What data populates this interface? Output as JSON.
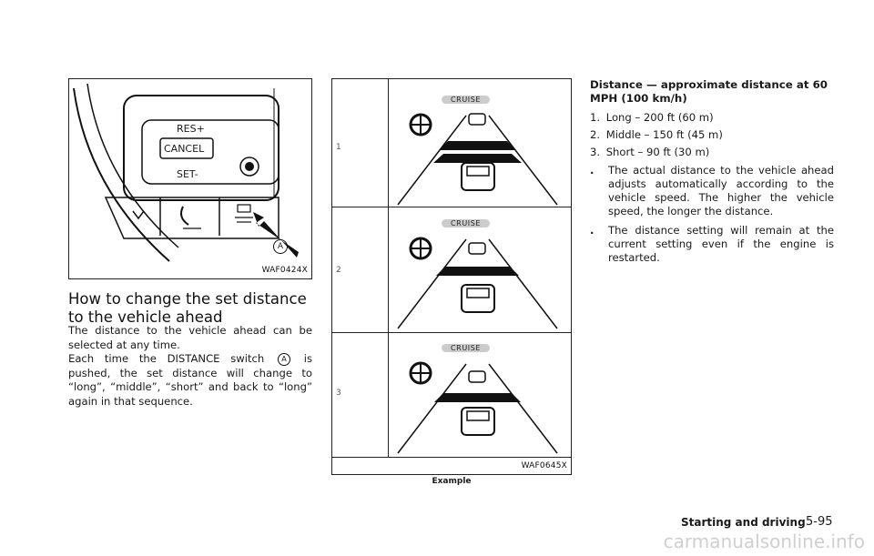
{
  "figure1": {
    "code": "WAF0424X",
    "buttons": {
      "res": "RES+",
      "cancel": "CANCEL",
      "set": "SET-"
    },
    "callout": "A"
  },
  "section": {
    "heading": "How to change the set distance to the vehicle ahead",
    "para1": "The distance to the vehicle ahead can be selected at any time.",
    "para2_before": "Each time the DISTANCE switch",
    "para2_symbol": "A",
    "para2_after": "is pushed, the set distance will change to “long”, “middle”, “short” and back to “long” again in that sequence."
  },
  "figure2": {
    "code": "WAF0645X",
    "caption": "Example",
    "rows": [
      {
        "label": "1",
        "cruise": "CRUISE"
      },
      {
        "label": "2",
        "cruise": "CRUISE"
      },
      {
        "label": "3",
        "cruise": "CRUISE"
      }
    ]
  },
  "distance": {
    "title": "Distance — approximate distance at 60 MPH (100 km/h)",
    "items": [
      {
        "num": "1.",
        "text": "Long – 200 ft (60 m)"
      },
      {
        "num": "2.",
        "text": "Middle – 150 ft (45 m)"
      },
      {
        "num": "3.",
        "text": "Short – 90 ft (30 m)"
      }
    ],
    "bullets": [
      "The actual distance to the vehicle ahead adjusts automatically according to the vehicle speed. The higher the vehicle speed, the longer the distance.",
      "The distance setting will remain at the current setting even if the engine is restarted."
    ]
  },
  "footer": {
    "section": "Starting and driving",
    "page": "5-95"
  },
  "watermark": "carmanualsonline.info"
}
